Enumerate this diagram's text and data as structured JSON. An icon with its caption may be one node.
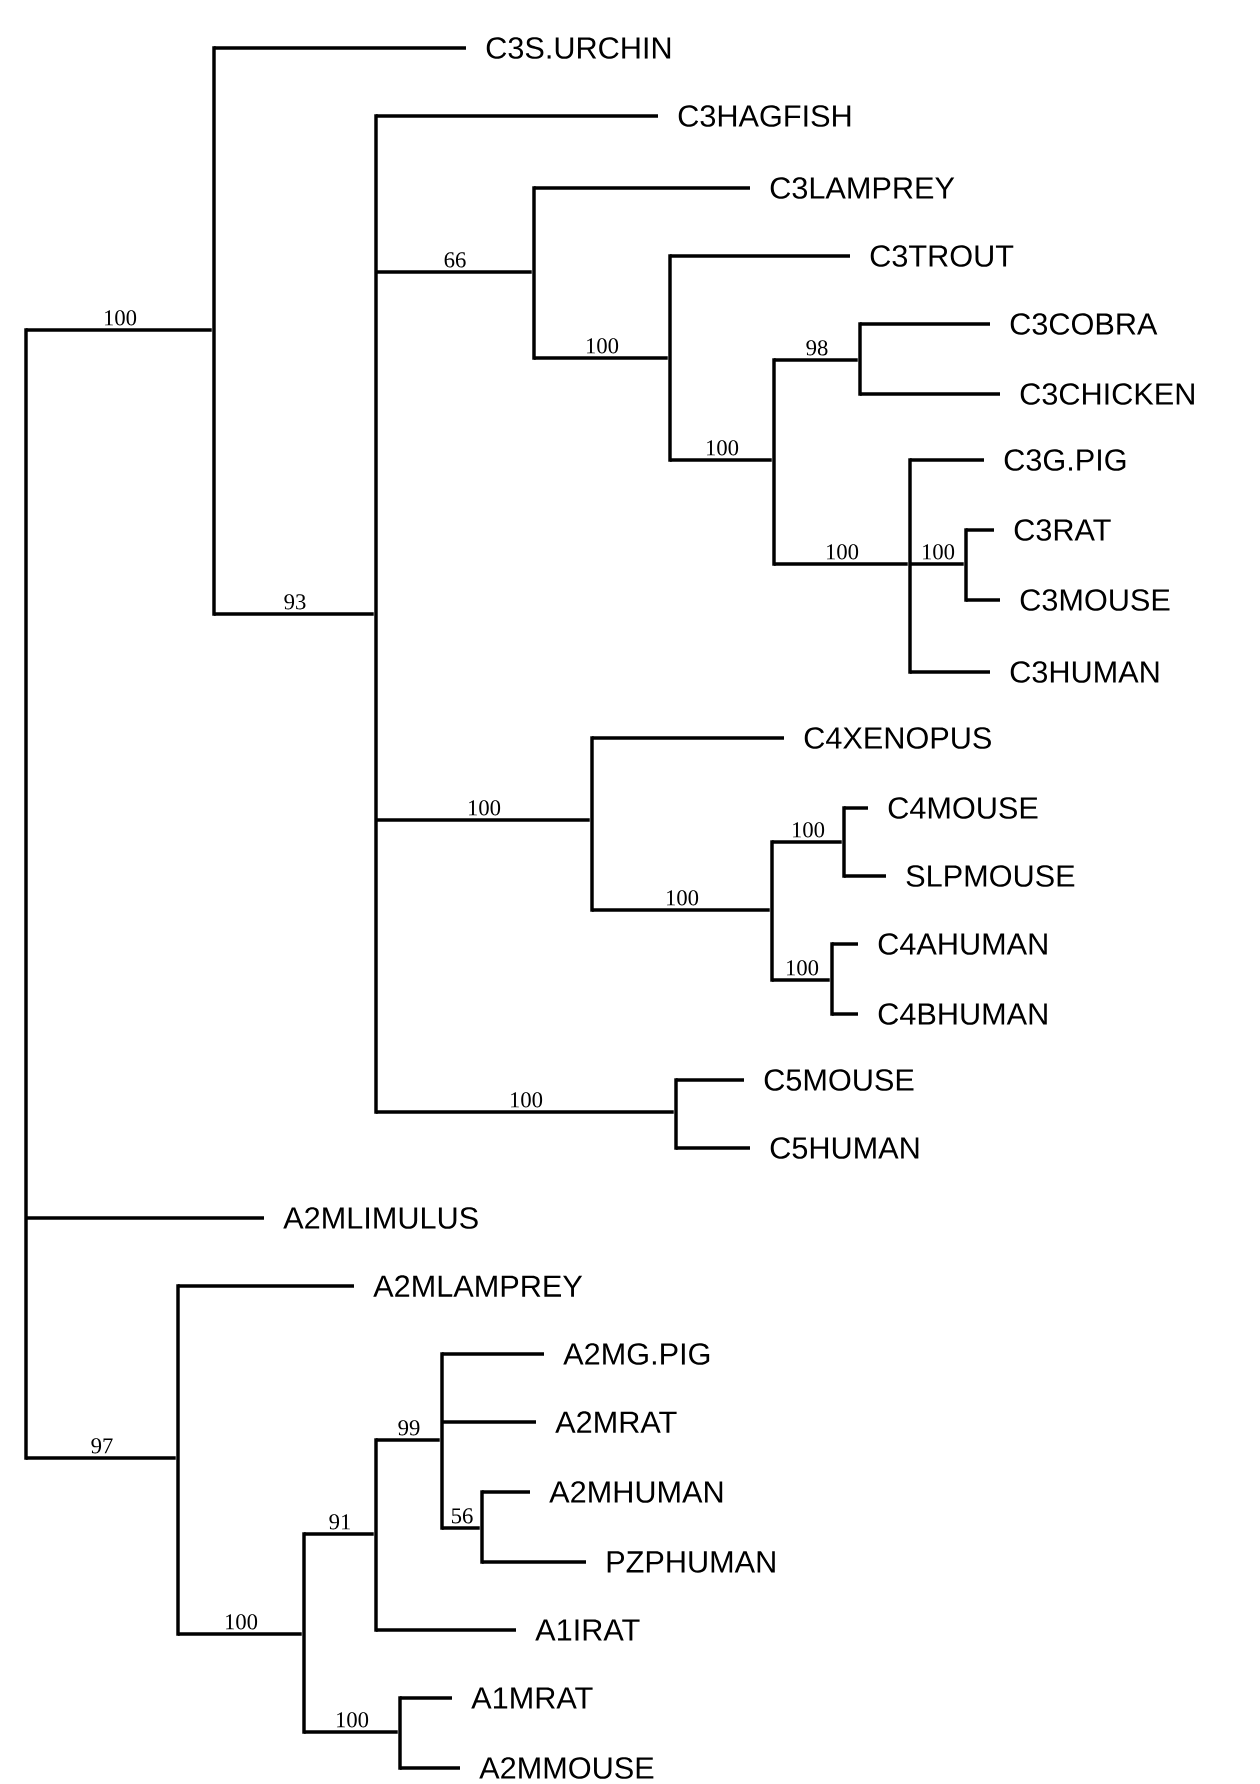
{
  "diagram": {
    "nodes": [
      {
        "text": [],
        "shape": "bar"
      },
      {
        "text": [],
        "shape": "bar"
      },
      {
        "text": [
          "C3S.URCHIN"
        ]
      },
      {
        "text": [],
        "shape": "bar"
      },
      {
        "text": [
          "C3HAGFISH"
        ]
      },
      {
        "text": [],
        "shape": "bar"
      },
      {
        "text": [
          "C3LAMPREY"
        ]
      },
      {
        "text": [],
        "shape": "bar"
      },
      {
        "text": [
          "C3TROUT"
        ]
      },
      {
        "text": [],
        "shape": "bar"
      },
      {
        "text": [],
        "shape": "bar"
      },
      {
        "text": [
          "C3COBRA"
        ]
      },
      {
        "text": [
          "C3CHICKEN"
        ]
      },
      {
        "text": [],
        "shape": "bar"
      },
      {
        "text": [
          "C3G.PIG"
        ]
      },
      {
        "text": [],
        "shape": "bar"
      },
      {
        "text": [
          "C3RAT"
        ]
      },
      {
        "text": [
          "C3MOUSE"
        ]
      },
      {
        "text": [
          "C3HUMAN"
        ]
      },
      {
        "text": [],
        "shape": "bar"
      },
      {
        "text": [
          "C4XENOPUS"
        ]
      },
      {
        "text": [],
        "shape": "bar"
      },
      {
        "text": [],
        "shape": "bar"
      },
      {
        "text": [
          "C4MOUSE"
        ]
      },
      {
        "text": [
          "SLPMOUSE"
        ]
      },
      {
        "text": [],
        "shape": "bar"
      },
      {
        "text": [
          "C4AHUMAN"
        ]
      },
      {
        "text": [
          "C4BHUMAN"
        ]
      },
      {
        "text": [],
        "shape": "bar"
      },
      {
        "text": [
          "C5MOUSE"
        ]
      },
      {
        "text": [
          "C5HUMAN"
        ]
      },
      {
        "text": [
          "A2MLIMULUS"
        ]
      },
      {
        "text": [],
        "shape": "bar"
      },
      {
        "text": [
          "A2MLAMPREY"
        ]
      },
      {
        "text": [],
        "shape": "bar"
      },
      {
        "text": [],
        "shape": "bar"
      },
      {
        "text": [],
        "shape": "bar"
      },
      {
        "text": [
          "A2MG.PIG"
        ]
      },
      {
        "text": [
          "A2MRAT"
        ]
      },
      {
        "text": [],
        "shape": "bar"
      },
      {
        "text": [
          "A2MHUMAN"
        ]
      },
      {
        "text": [
          "PZPHUMAN"
        ]
      },
      {
        "text": [
          "A1IRAT"
        ]
      },
      {
        "text": [],
        "shape": "bar"
      },
      {
        "text": [
          "A1MRAT"
        ]
      },
      {
        "text": [
          "A2MMOUSE"
        ]
      }
    ],
    "edges": [
      {
        "from": 0,
        "to": 1,
        "arrow": "none",
        "label": "100"
      },
      {
        "from": 0,
        "to": 31,
        "arrow": "none"
      },
      {
        "from": 0,
        "to": 32,
        "arrow": "none",
        "label": "97"
      },
      {
        "from": 1,
        "to": 2,
        "arrow": "none"
      },
      {
        "from": 1,
        "to": 3,
        "arrow": "none",
        "label": "93"
      },
      {
        "from": 3,
        "to": 4,
        "arrow": "none"
      },
      {
        "from": 3,
        "to": 5,
        "arrow": "none",
        "label": "66"
      },
      {
        "from": 3,
        "to": 19,
        "arrow": "none",
        "label": "100"
      },
      {
        "from": 3,
        "to": 28,
        "arrow": "none",
        "label": "100"
      },
      {
        "from": 5,
        "to": 6,
        "arrow": "none"
      },
      {
        "from": 5,
        "to": 7,
        "arrow": "none",
        "label": "100"
      },
      {
        "from": 7,
        "to": 8,
        "arrow": "none"
      },
      {
        "from": 7,
        "to": 9,
        "arrow": "none",
        "label": "100"
      },
      {
        "from": 9,
        "to": 10,
        "arrow": "none",
        "label": "98"
      },
      {
        "from": 9,
        "to": 13,
        "arrow": "none",
        "label": "100"
      },
      {
        "from": 10,
        "to": 11,
        "arrow": "none"
      },
      {
        "from": 10,
        "to": 12,
        "arrow": "none"
      },
      {
        "from": 13,
        "to": 14,
        "arrow": "none"
      },
      {
        "from": 13,
        "to": 15,
        "arrow": "none",
        "label": "100"
      },
      {
        "from": 13,
        "to": 18,
        "arrow": "none"
      },
      {
        "from": 15,
        "to": 16,
        "arrow": "none"
      },
      {
        "from": 15,
        "to": 17,
        "arrow": "none"
      },
      {
        "from": 19,
        "to": 20,
        "arrow": "none"
      },
      {
        "from": 19,
        "to": 21,
        "arrow": "none",
        "label": "100"
      },
      {
        "from": 21,
        "to": 22,
        "arrow": "none",
        "label": "100"
      },
      {
        "from": 21,
        "to": 25,
        "arrow": "none",
        "label": "100"
      },
      {
        "from": 22,
        "to": 23,
        "arrow": "none"
      },
      {
        "from": 22,
        "to": 24,
        "arrow": "none"
      },
      {
        "from": 25,
        "to": 26,
        "arrow": "none"
      },
      {
        "from": 25,
        "to": 27,
        "arrow": "none"
      },
      {
        "from": 28,
        "to": 29,
        "arrow": "none"
      },
      {
        "from": 28,
        "to": 30,
        "arrow": "none"
      },
      {
        "from": 32,
        "to": 33,
        "arrow": "none"
      },
      {
        "from": 32,
        "to": 34,
        "arrow": "none",
        "label": "100"
      },
      {
        "from": 34,
        "to": 35,
        "arrow": "none",
        "label": "91"
      },
      {
        "from": 34,
        "to": 43,
        "arrow": "none",
        "label": "100"
      },
      {
        "from": 35,
        "to": 36,
        "arrow": "none",
        "label": "99"
      },
      {
        "from": 35,
        "to": 42,
        "arrow": "none"
      },
      {
        "from": 36,
        "to": 37,
        "arrow": "none"
      },
      {
        "from": 36,
        "to": 38,
        "arrow": "none"
      },
      {
        "from": 36,
        "to": 39,
        "arrow": "none",
        "label": "56"
      },
      {
        "from": 39,
        "to": 40,
        "arrow": "none"
      },
      {
        "from": 39,
        "to": 41,
        "arrow": "none"
      },
      {
        "from": 43,
        "to": 44,
        "arrow": "none"
      },
      {
        "from": 43,
        "to": 45,
        "arrow": "none"
      }
    ]
  }
}
